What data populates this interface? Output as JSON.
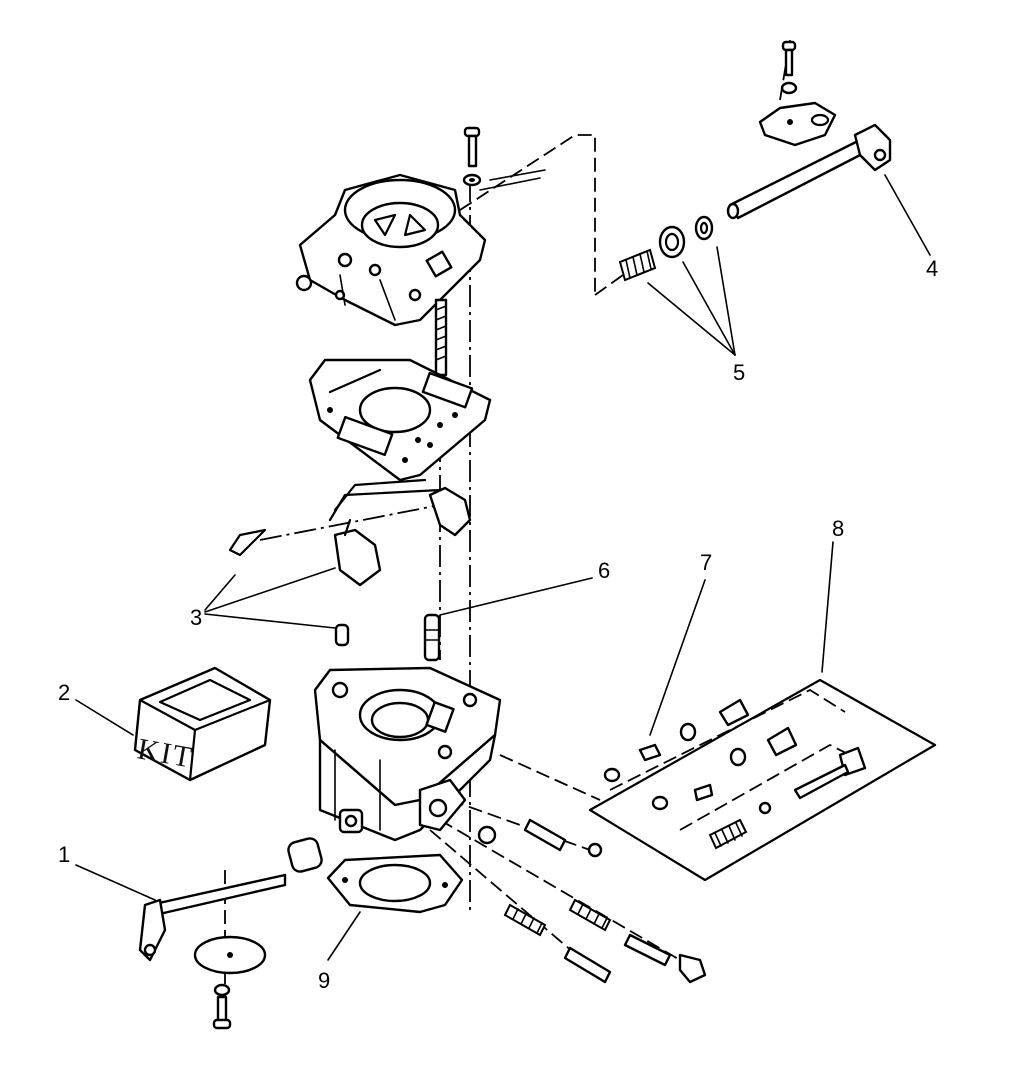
{
  "callouts": [
    {
      "id": "1",
      "label": "1"
    },
    {
      "id": "2",
      "label": "2"
    },
    {
      "id": "3",
      "label": "3"
    },
    {
      "id": "4",
      "label": "4"
    },
    {
      "id": "5",
      "label": "5"
    },
    {
      "id": "6",
      "label": "6"
    },
    {
      "id": "7",
      "label": "7"
    },
    {
      "id": "8",
      "label": "8"
    },
    {
      "id": "9",
      "label": "9"
    }
  ],
  "kit_box": {
    "label": "KIT"
  }
}
